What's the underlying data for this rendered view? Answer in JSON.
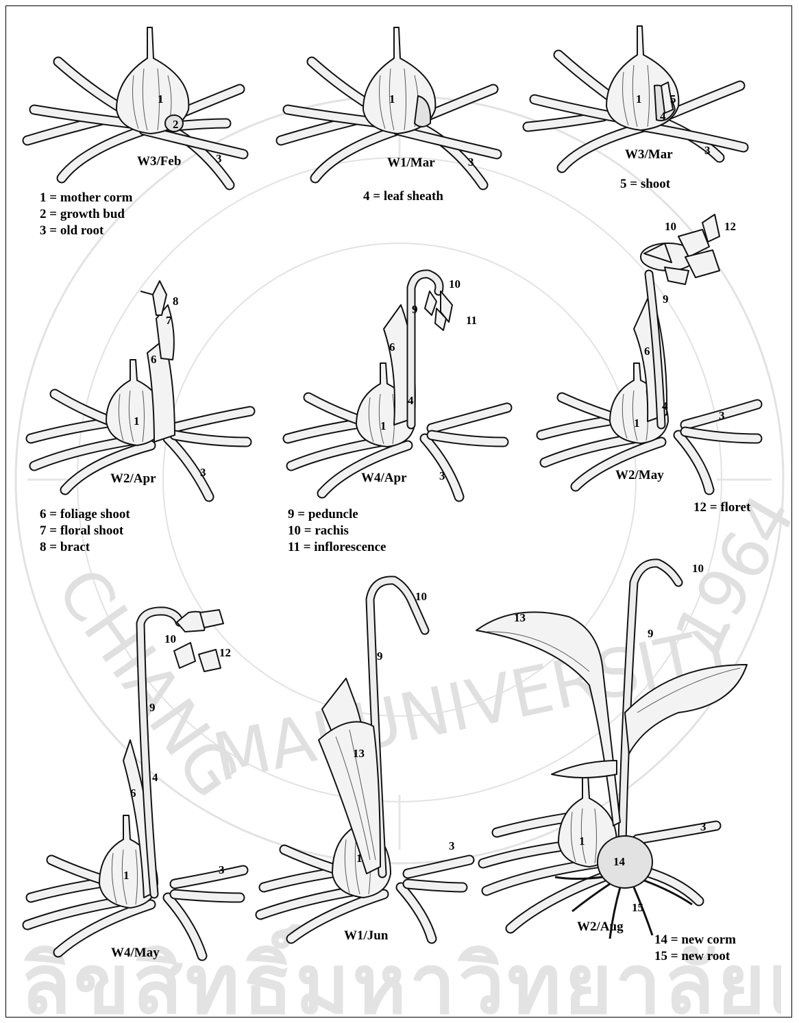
{
  "stages": {
    "s1": {
      "label": "W3/Feb",
      "n1": "1",
      "n2": "2",
      "n3": "3"
    },
    "s2": {
      "label": "W1/Mar",
      "n1": "1",
      "n3": "3"
    },
    "s3": {
      "label": "W3/Mar",
      "n1": "1",
      "n4": "4",
      "n5": "5",
      "n3": "3"
    },
    "s4": {
      "label": "W2/Apr",
      "n1": "1",
      "n6": "6",
      "n7": "7",
      "n8": "8",
      "n3": "3"
    },
    "s5": {
      "label": "W4/Apr",
      "n1": "1",
      "n4": "4",
      "n6": "6",
      "n9": "9",
      "n10": "10",
      "n11": "11",
      "n3": "3"
    },
    "s6": {
      "label": "W2/May",
      "n1": "1",
      "n4": "4",
      "n6": "6",
      "n9": "9",
      "n10": "10",
      "n12": "12",
      "n3": "3"
    },
    "s7": {
      "label": "W4/May",
      "n1": "1",
      "n4": "4",
      "n6": "6",
      "n9": "9",
      "n10": "10",
      "n12": "12",
      "n3": "3"
    },
    "s8": {
      "label": "W1/Jun",
      "n1": "1",
      "n9": "9",
      "n10": "10",
      "n13": "13",
      "n3": "3"
    },
    "s9": {
      "label": "W2/Aug",
      "n1": "1",
      "n9": "9",
      "n10": "10",
      "n13": "13",
      "n14": "14",
      "n15": "15",
      "n3": "3"
    }
  },
  "legends": {
    "l1": [
      "1 = mother corm",
      "2 = growth bud",
      "3 = old root"
    ],
    "l2": [
      "4 = leaf sheath"
    ],
    "l3": [
      "5 = shoot"
    ],
    "l4": [
      "6 = foliage shoot",
      "7 = floral shoot",
      "8 = bract"
    ],
    "l5": [
      "9 = peduncle",
      "10 = rachis",
      "11 = inflorescence"
    ],
    "l6": [
      "12 = floret"
    ],
    "l7": [
      "14 = new corm",
      "15 = new root"
    ]
  },
  "watermark": {
    "text_right": "1964",
    "text_left": "CHIANG",
    "text_bottom": "MAI UNIVERSITY",
    "text_thai": "ลิขสิทธิ์มหาวิทยาลัยเชียงใหม่"
  }
}
